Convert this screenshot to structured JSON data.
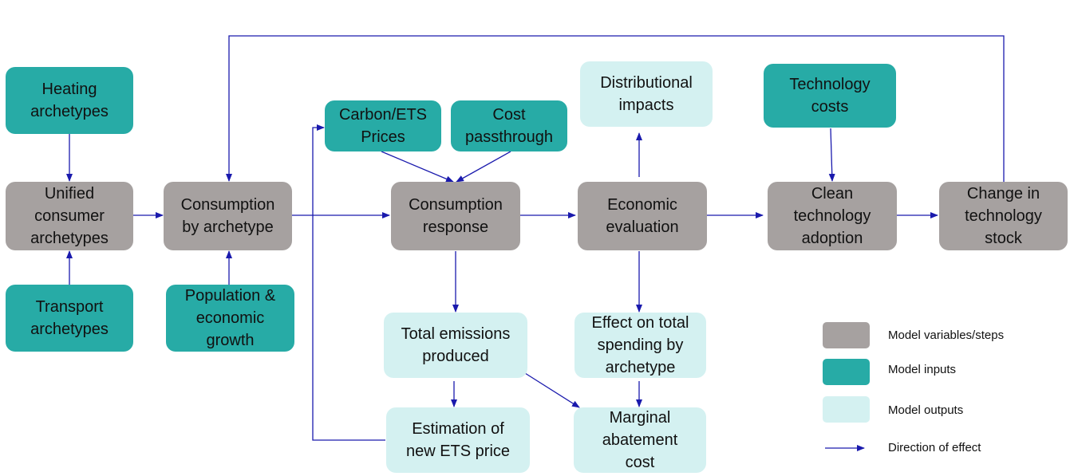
{
  "colors": {
    "variable": "#a6a1a0",
    "input": "#27aba6",
    "output": "#d4f1f1",
    "arrow": "#1a1aad"
  },
  "nodes": {
    "heating_archetypes": "Heating\narchetypes",
    "unified_consumer_archetypes": "Unified\nconsumer\narchetypes",
    "transport_archetypes": "Transport\narchetypes",
    "consumption_by_archetype": "Consumption\nby archetype",
    "population_growth": "Population &\neconomic\ngrowth",
    "carbon_ets_prices": "Carbon/ETS\nPrices",
    "cost_passthrough": "Cost\npassthrough",
    "consumption_response": "Consumption\nresponse",
    "total_emissions": "Total emissions\nproduced",
    "estimation_ets_price": "Estimation of\nnew ETS price",
    "distributional_impacts": "Distributional\nimpacts",
    "economic_evaluation": "Economic\nevaluation",
    "effect_on_spending": "Effect on total\nspending by\narchetype",
    "marginal_abatement_cost": "Marginal\nabatement\ncost",
    "technology_costs": "Technology\ncosts",
    "clean_technology_adoption": "Clean\ntechnology\nadoption",
    "change_in_technology_stock": "Change in\ntechnology\nstock"
  },
  "legend": {
    "variables": "Model variables/steps",
    "inputs": "Model inputs",
    "outputs": "Model outputs",
    "direction": "Direction of effect"
  }
}
